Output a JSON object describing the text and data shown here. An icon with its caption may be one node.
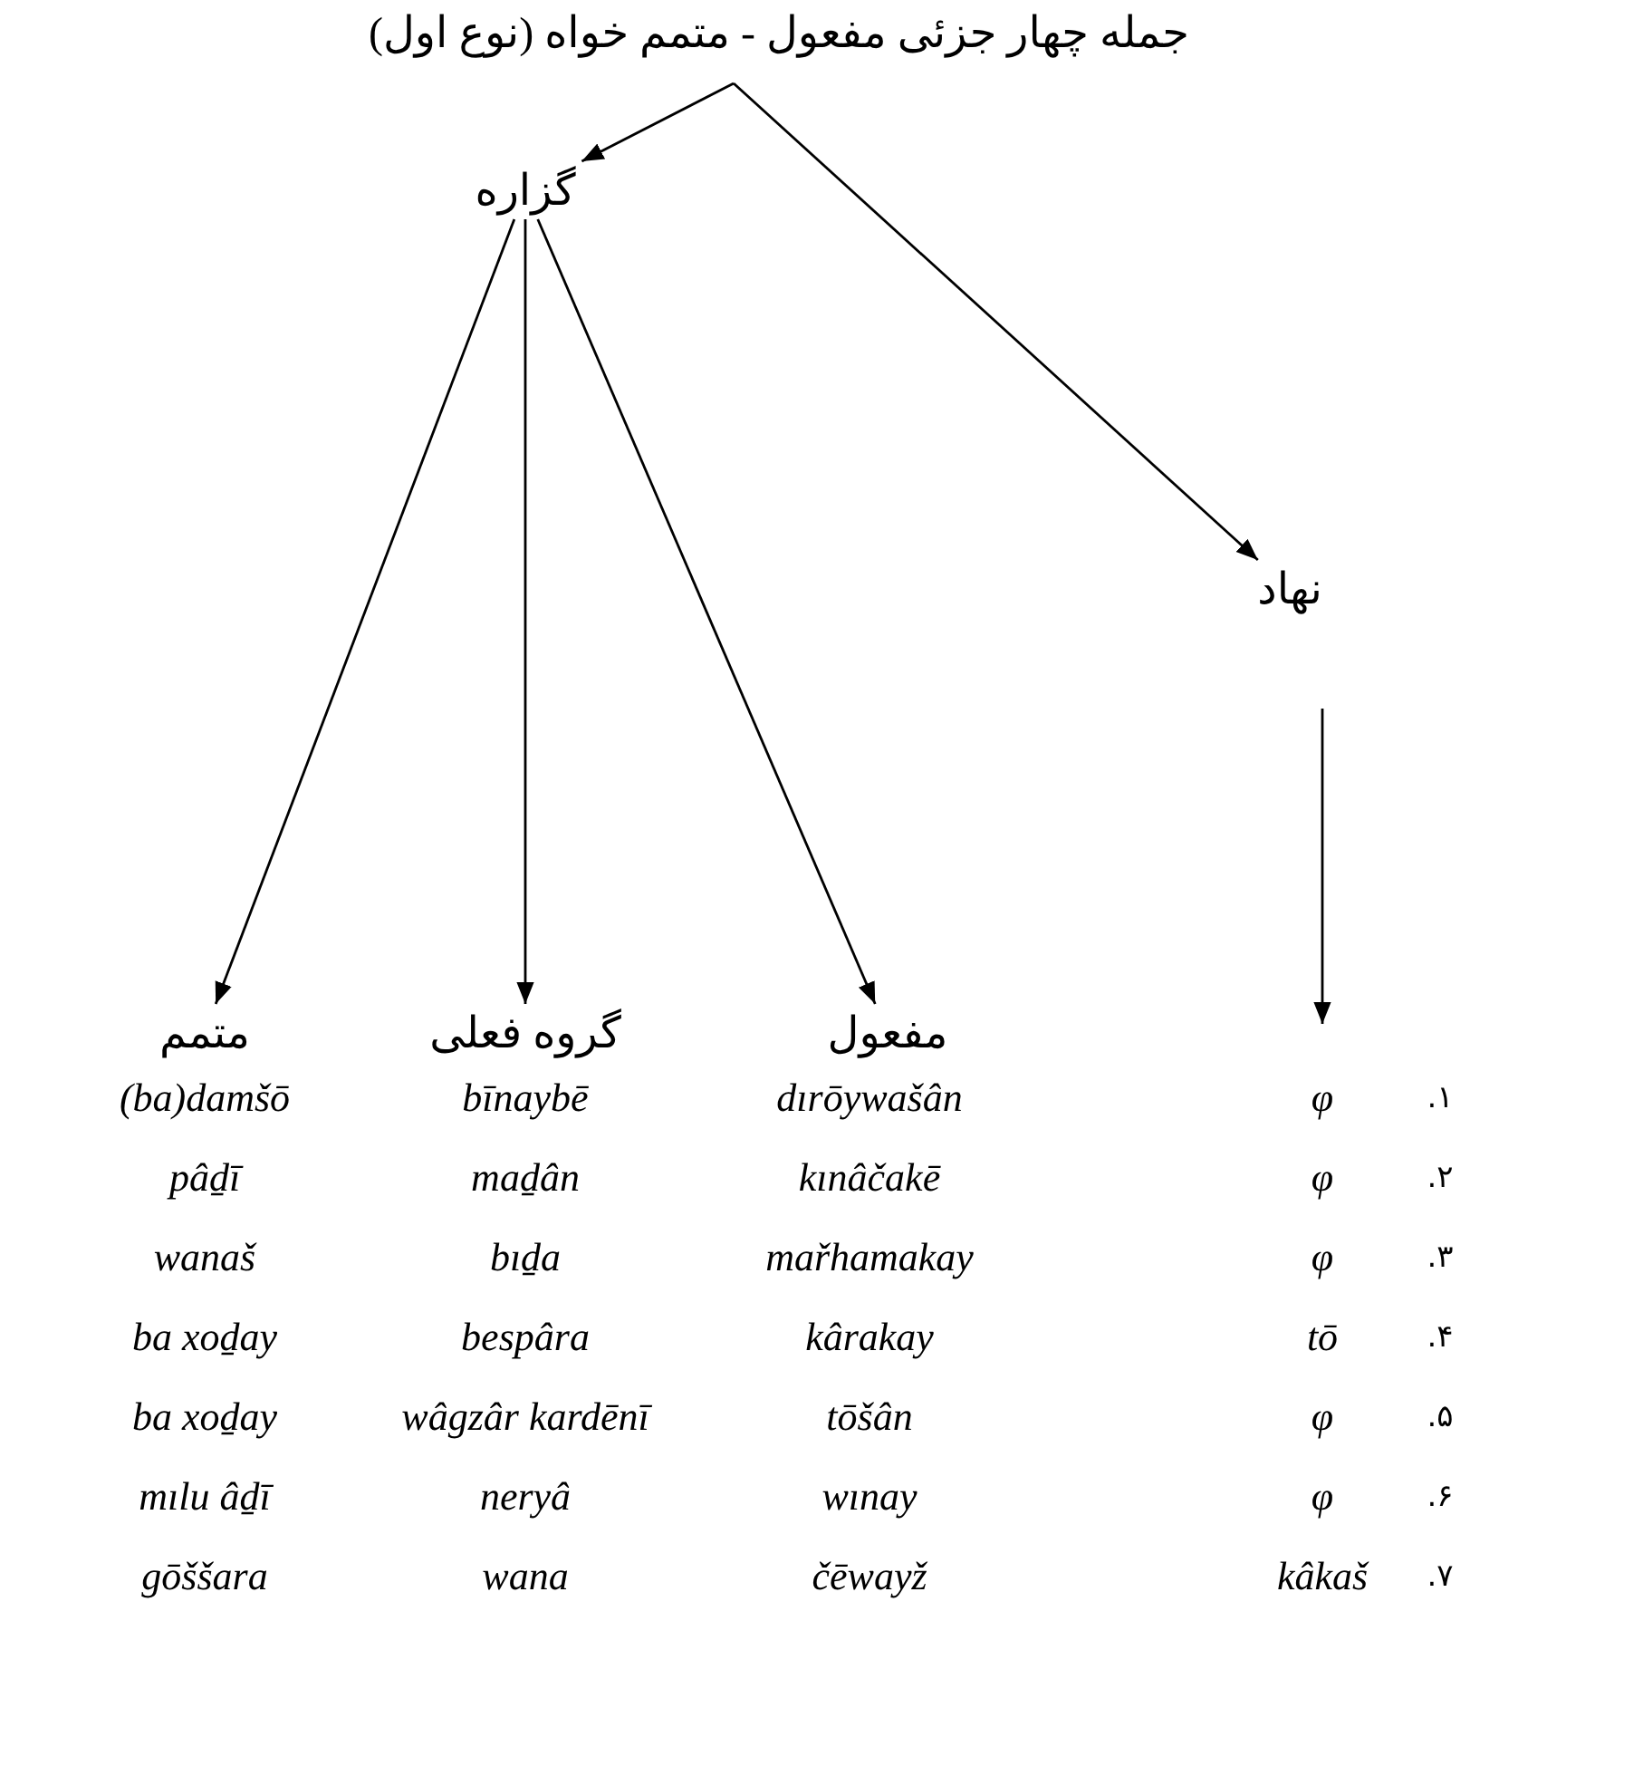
{
  "diagram": {
    "nodes": [
      {
        "text": [
          "جمله چهار جزئی مفعول - متمم خواه (نوع اول)"
        ]
      },
      {
        "text": [
          "گزاره"
        ]
      },
      {
        "text": [
          "نهاد"
        ]
      },
      {
        "text": [
          "متمم"
        ]
      },
      {
        "text": [
          "گروه فعلی"
        ]
      },
      {
        "text": [
          "مفعول"
        ]
      }
    ],
    "edges": [
      {
        "from": 0,
        "to": 1,
        "arrow": "to"
      },
      {
        "from": 0,
        "to": 2,
        "arrow": "to"
      },
      {
        "from": 1,
        "to": 3,
        "arrow": "to"
      },
      {
        "from": 1,
        "to": 4,
        "arrow": "to"
      },
      {
        "from": 1,
        "to": 5,
        "arrow": "to"
      },
      {
        "from": 2,
        "to": null,
        "arrow": "to"
      }
    ],
    "labels": [
      "(ba)damšō",
      "bīnaybē",
      "dırōywašân",
      "φ",
      "۱.",
      "pâḏī",
      "maḏân",
      "kınâčakē",
      "φ",
      "۲.",
      "wanaš",
      "bıḏa",
      "mařhamakay",
      "φ",
      "۳.",
      "ba xoḏay",
      "bespâra",
      "kârakay",
      "tō",
      "۴.",
      "ba xoḏay",
      "wâgzâr kardēnī",
      "tōšân",
      "φ",
      "۵.",
      "mılu âḏī",
      "neryâ",
      "wınay",
      "φ",
      "۶.",
      "gōššara",
      "wana",
      "čēwayž",
      "kâkaš",
      "۷."
    ]
  }
}
